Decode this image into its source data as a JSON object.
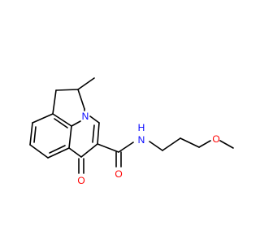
{
  "molecule": {
    "atoms": {
      "nitrogen_ring": "N",
      "amide_nitrogen": "N",
      "amide_hydrogen": "H",
      "ether_oxygen": "O",
      "ketone_oxygen": "O",
      "amide_oxygen": "O"
    },
    "colors": {
      "nitrogen": "#0000ff",
      "oxygen": "#ff0000",
      "bond": "#000000",
      "background": "#ffffff"
    }
  }
}
